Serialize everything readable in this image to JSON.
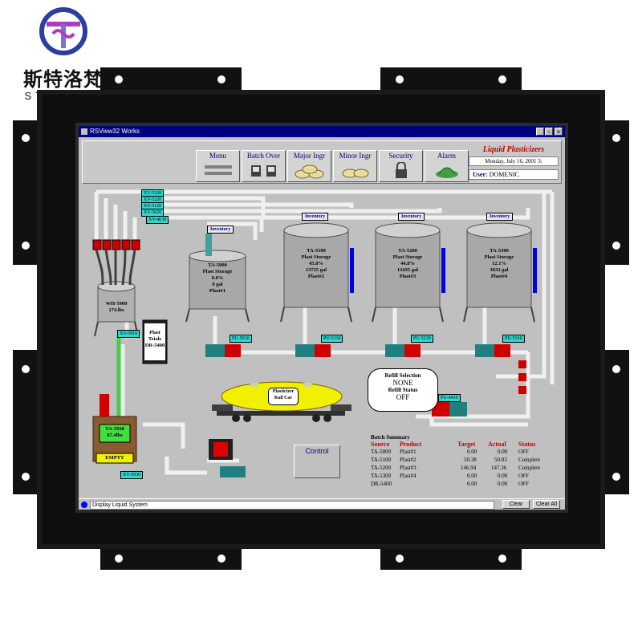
{
  "brand": {
    "name_cn": "斯特洛梵",
    "name_en": "STROVAN",
    "logo_colors": [
      "#2b3fa0",
      "#b23ac0",
      "#7a6fd8"
    ]
  },
  "window": {
    "title": "RSView32 Works",
    "min_icon": "minimize-icon",
    "restore_icon": "restore-icon",
    "close_icon": "close-icon",
    "title_color": "#000080"
  },
  "toolbar": {
    "buttons": [
      {
        "label": "Menu",
        "icon": "menu-icon"
      },
      {
        "label": "Batch Over",
        "icon": "batch-icon"
      },
      {
        "label": "Major Ingr",
        "icon": "bags-icon"
      },
      {
        "label": "Minor Ingr",
        "icon": "bags-icon"
      },
      {
        "label": "Security",
        "icon": "lock-icon"
      },
      {
        "label": "Alarm",
        "icon": "bell-icon"
      }
    ],
    "app_name": "Liquid Plasticizers",
    "date": "Monday, July 16, 2001  3:",
    "user_label": "User:",
    "user_name": "DOMENIC"
  },
  "valves": [
    "XV-5320",
    "XV-5220",
    "XV-5120",
    "XV-5020",
    "XV-4630"
  ],
  "valve_lower": "XV-5910",
  "valve_bottom": "XV-5930",
  "weigh_hopper": {
    "name": "WH-5900",
    "value": "174.lbs"
  },
  "small_tank": {
    "name": "Plast Trials",
    "id": "DR-5400"
  },
  "mix_tank": {
    "name": "TA-5930",
    "value": "87.4lbs",
    "status": "EMPTY"
  },
  "inventory_label": "Inventory",
  "tanks": [
    {
      "id": "TA-5000",
      "desc": "Plast Storage",
      "pct": "0.0%",
      "gal": "0 gal",
      "product": "Plast#1",
      "pump": "PU-5010"
    },
    {
      "id": "TA-5100",
      "desc": "Plast Storage",
      "pct": "45.8%",
      "gal": "13725 gal",
      "product": "Plast#2",
      "pump": "PU-5110"
    },
    {
      "id": "TA-5200",
      "desc": "Plast Storage",
      "pct": "44.8%",
      "gal": "13435 gal",
      "product": "Plast#3",
      "pump": "PU-5210"
    },
    {
      "id": "TA-5300",
      "desc": "Plast Storage",
      "pct": "12.1%",
      "gal": "3633 gal",
      "product": "Plast#4",
      "pump": "PU-5310"
    }
  ],
  "railcar": {
    "line1": "Plasticizer",
    "line2": "Rail Car",
    "pump": "PU-4410",
    "color": "#f0f000"
  },
  "refill": {
    "title": "Refill Selection",
    "selection": "NONE",
    "status_title": "Refill Status",
    "status": "OFF"
  },
  "control": {
    "label": "Control",
    "start_color": "#00c000",
    "stop_color": "#e00000"
  },
  "batch_summary": {
    "title": "Batch Summary",
    "headers": [
      "Source",
      "Product",
      "Target",
      "Actual",
      "Status"
    ],
    "rows": [
      {
        "source": "TA-5000",
        "product": "Plast#1",
        "target": "0.00",
        "actual": "0.00",
        "status": "OFF"
      },
      {
        "source": "TA-5100",
        "product": "Plast#2",
        "target": "50.38",
        "actual": "50.83",
        "status": "Complete"
      },
      {
        "source": "TA-5200",
        "product": "Plast#3",
        "target": "146.94",
        "actual": "147.36",
        "status": "Complete"
      },
      {
        "source": "TA-5300",
        "product": "Plast#4",
        "target": "0.00",
        "actual": "0.00",
        "status": "OFF"
      },
      {
        "source": "DR-5400",
        "product": "",
        "target": "0.00",
        "actual": "0.00",
        "status": "OFF"
      }
    ]
  },
  "statusbar": {
    "text": "Display Liquid System",
    "clear_label": "Clear",
    "clear_all_label": "Clear All"
  }
}
